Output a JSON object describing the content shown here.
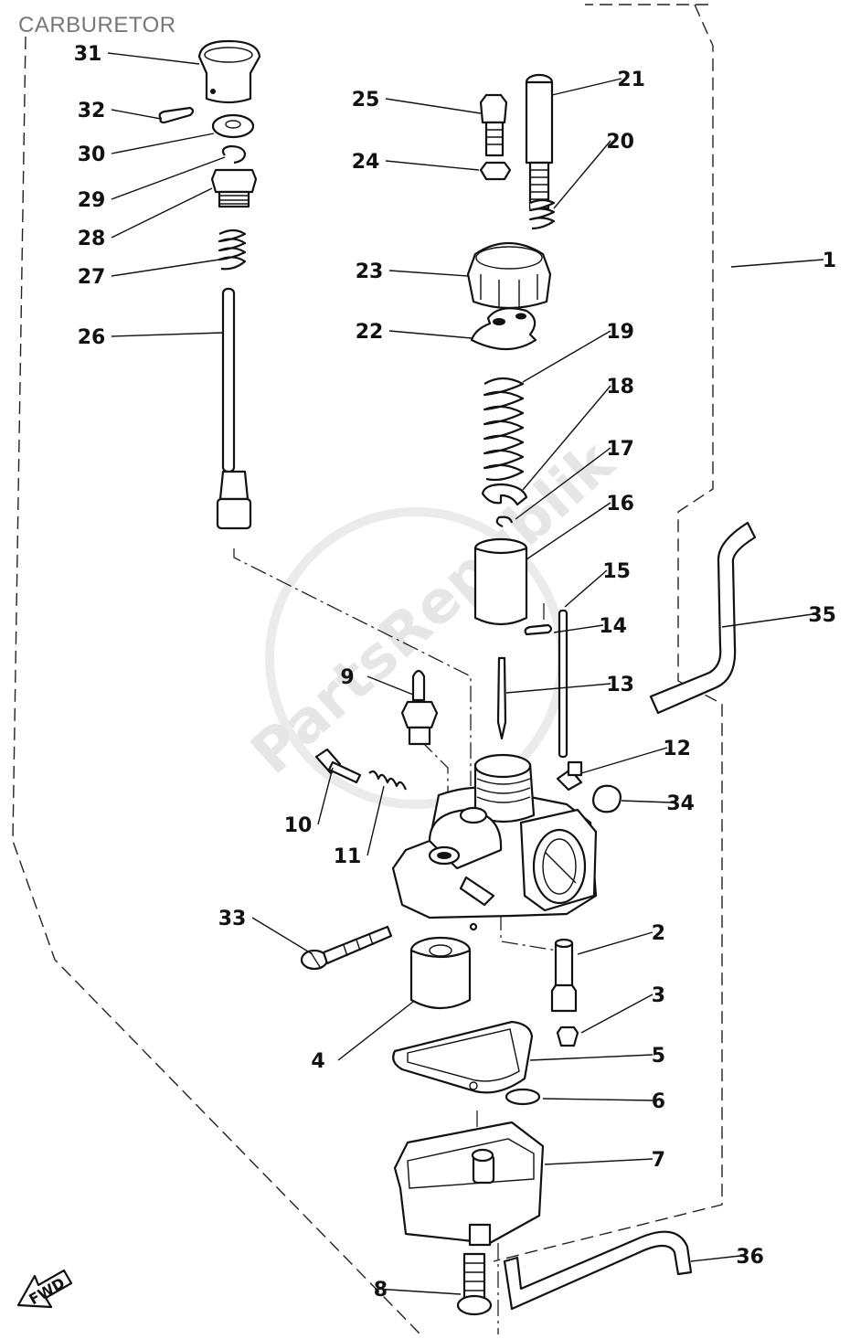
{
  "title": "CARBURETOR",
  "watermark": "PartsRepublik",
  "fwd_label": "FWD",
  "callouts": [
    "1",
    "2",
    "3",
    "4",
    "5",
    "6",
    "7",
    "8",
    "9",
    "10",
    "11",
    "12",
    "13",
    "14",
    "15",
    "16",
    "17",
    "18",
    "19",
    "20",
    "21",
    "22",
    "23",
    "24",
    "25",
    "26",
    "27",
    "28",
    "29",
    "30",
    "31",
    "32",
    "33",
    "34",
    "35",
    "36"
  ]
}
